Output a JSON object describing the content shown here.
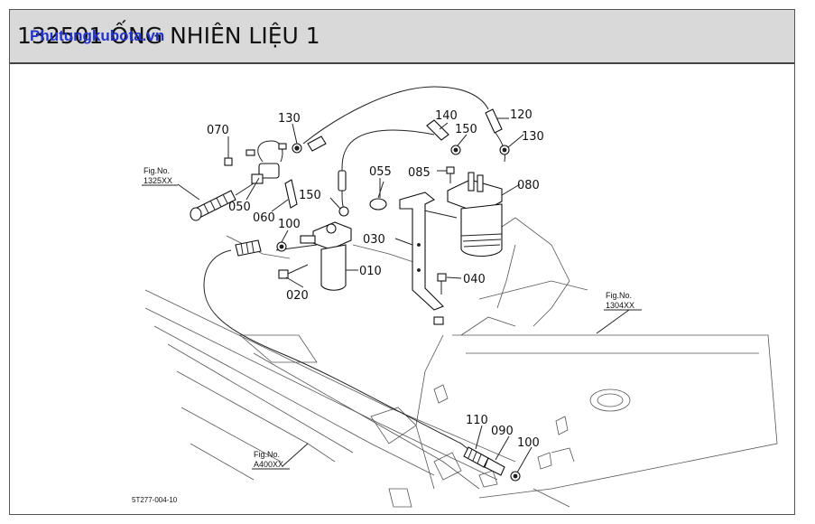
{
  "header": {
    "title": "132501 ỐNG NHIÊN LIỆU 1",
    "watermark": "Phutungkubota.vn"
  },
  "diagram": {
    "code": "5T277-004-10",
    "part_labels": {
      "p070": "070",
      "p130a": "130",
      "p050": "050",
      "p060": "060",
      "p100a": "100",
      "p150a": "150",
      "p140": "140",
      "p150b": "150",
      "p120": "120",
      "p130b": "130",
      "p055": "055",
      "p085": "085",
      "p080": "080",
      "p030": "030",
      "p010": "010",
      "p020": "020",
      "p040": "040",
      "p110": "110",
      "p090": "090",
      "p100b": "100"
    },
    "fig_refs": {
      "f1325_a": "Fig.No.",
      "f1325_b": "1325XX",
      "f1304_a": "Fig.No.",
      "f1304_b": "1304XX",
      "fa400_a": "Fig.No.",
      "fa400_b": "A400XX"
    }
  }
}
